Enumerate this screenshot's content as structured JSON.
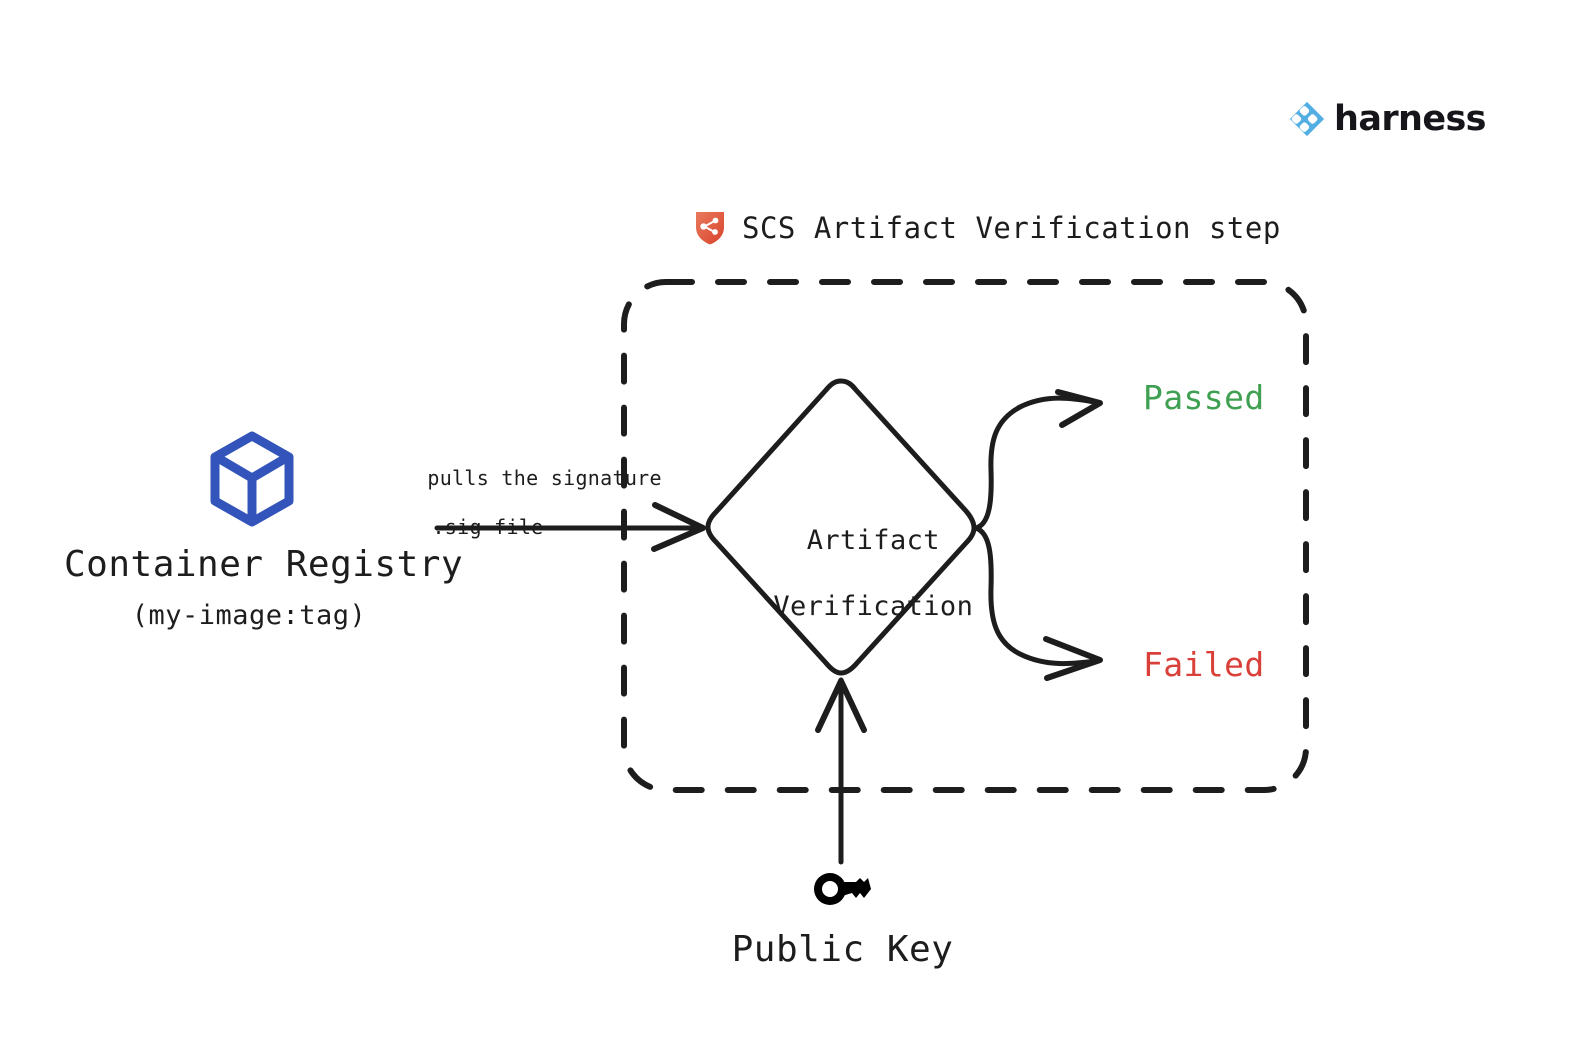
{
  "brand": {
    "name": "harness",
    "logo_icon": "harness-diamond-logo",
    "logo_color": "#52aee3",
    "wordmark_color": "#16161a"
  },
  "step": {
    "icon": "scs-shield-icon",
    "icon_color": "#e0553f",
    "title": "SCS Artifact Verification step"
  },
  "nodes": {
    "registry": {
      "icon": "container-box-icon",
      "icon_color": "#3355bb",
      "title": "Container Registry",
      "subtitle": "(my-image:tag)"
    },
    "decision": {
      "line1": "Artifact",
      "line2": "Verification"
    },
    "public_key": {
      "icon": "key-icon",
      "icon_color": "#000000",
      "label": "Public Key"
    }
  },
  "edges": {
    "registry_to_decision": {
      "label_line1": "pulls the signature",
      "label_line2": ".sig file"
    }
  },
  "outcomes": [
    {
      "label": "Passed",
      "color": "#3fa052"
    },
    {
      "label": "Failed",
      "color": "#d9403a"
    }
  ],
  "colors": {
    "stroke": "#1d1d1d",
    "background": "#ffffff"
  }
}
